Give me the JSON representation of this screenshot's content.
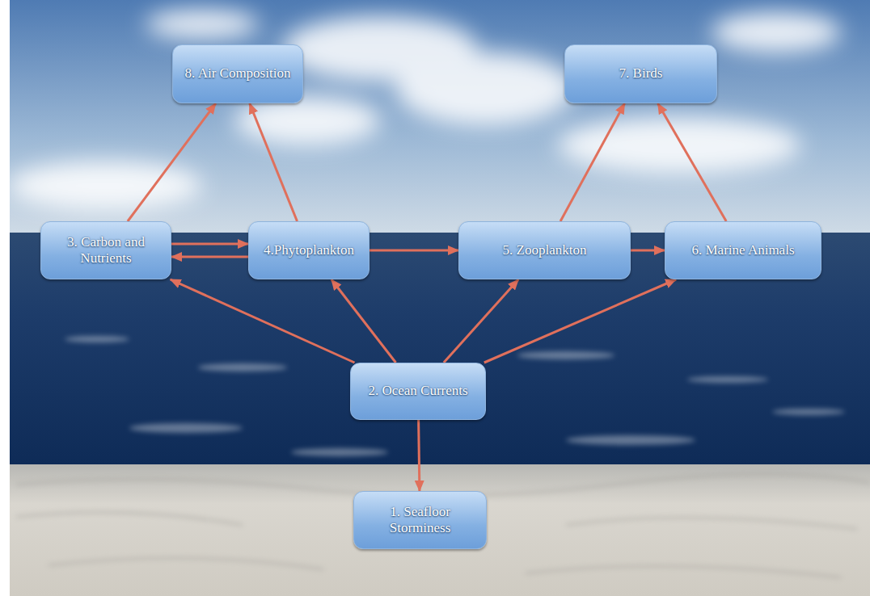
{
  "diagram": {
    "nodes": [
      {
        "text": [
          "8. Air Composition"
        ]
      },
      {
        "text": [
          "7. Birds"
        ]
      },
      {
        "text": [
          "3. Carbon and Nutrients"
        ]
      },
      {
        "text": [
          "4.Phytoplankton"
        ]
      },
      {
        "text": [
          "5. Zooplankton"
        ]
      },
      {
        "text": [
          "6. Marine Animals"
        ]
      },
      {
        "text": [
          "2. Ocean Currents"
        ]
      },
      {
        "text": [
          "1. Seafloor Storminess"
        ]
      }
    ],
    "edges": [
      {
        "from": 2,
        "to": 0,
        "arrow": "to"
      },
      {
        "from": 3,
        "to": 0,
        "arrow": "to"
      },
      {
        "from": 4,
        "to": 1,
        "arrow": "to"
      },
      {
        "from": 5,
        "to": 1,
        "arrow": "to"
      },
      {
        "from": 2,
        "to": 3,
        "arrow": "to"
      },
      {
        "from": 3,
        "to": 2,
        "arrow": "to"
      },
      {
        "from": 3,
        "to": 4,
        "arrow": "to"
      },
      {
        "from": 4,
        "to": 5,
        "arrow": "to"
      },
      {
        "from": 6,
        "to": 2,
        "arrow": "to"
      },
      {
        "from": 6,
        "to": 3,
        "arrow": "to"
      },
      {
        "from": 6,
        "to": 4,
        "arrow": "to"
      },
      {
        "from": 6,
        "to": 5,
        "arrow": "to"
      },
      {
        "from": 6,
        "to": 7,
        "arrow": "to"
      }
    ]
  }
}
